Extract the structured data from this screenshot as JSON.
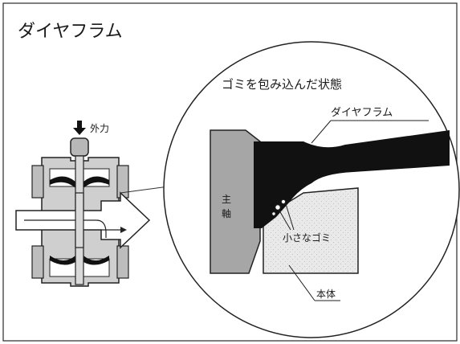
{
  "title": "ダイヤフラム",
  "detail_caption": "ゴミを包み込んだ状態",
  "labels": {
    "external_force": "外力",
    "diaphragm": "ダイヤフラム",
    "main_shaft_1": "主",
    "main_shaft_2": "軸",
    "small_debris": "小さなゴミ",
    "body": "本体"
  },
  "colors": {
    "frame": "#222222",
    "diaphragm": "#111111",
    "shaft": "#9a9a9a",
    "body_fill": "#e6e6e6",
    "valve_gray": "#c8c8c8"
  }
}
